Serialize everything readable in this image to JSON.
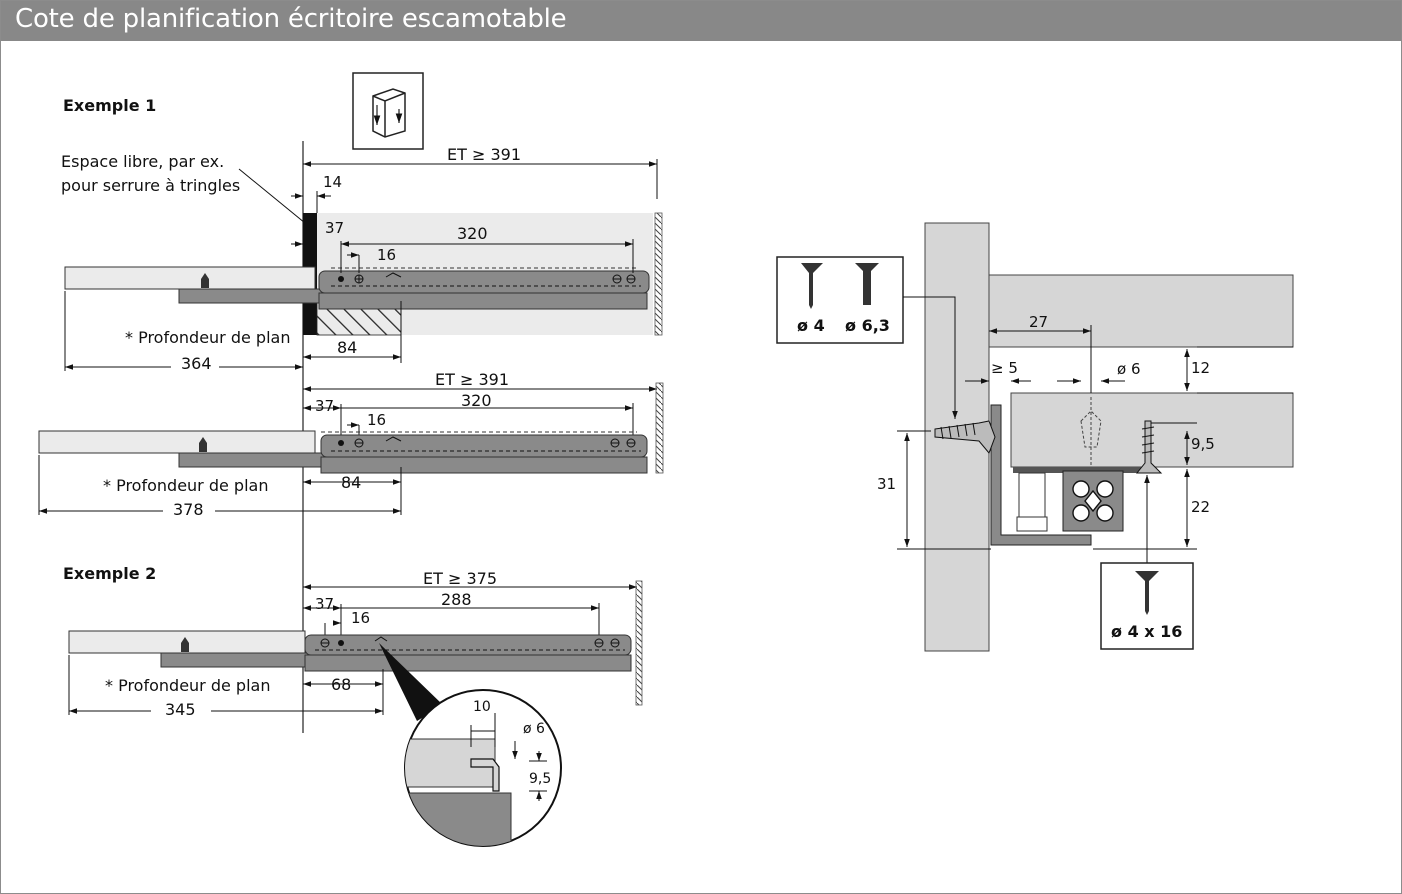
{
  "title": "Cote de planification écritoire escamotable",
  "example1": {
    "heading": "Exemple 1",
    "note_line1": "Espace libre, par ex.",
    "note_line2": "pour serrure à tringles",
    "a": {
      "et": "ET ≥ 391",
      "d14": "14",
      "d37": "37",
      "d16": "16",
      "d320": "320",
      "plan": "* Profondeur de plan",
      "d84": "84",
      "total": "364"
    },
    "b": {
      "et": "ET ≥ 391",
      "d37": "37",
      "d16": "16",
      "d320": "320",
      "plan": "* Profondeur de plan",
      "d84": "84",
      "total": "378"
    }
  },
  "example2": {
    "heading": "Exemple 2",
    "et": "ET ≥ 375",
    "d37": "37",
    "d16": "16",
    "d288": "288",
    "plan": "* Profondeur de plan",
    "d68": "68",
    "total": "345",
    "detail": {
      "d10": "10",
      "dia": "ø 6",
      "d95": "9,5"
    }
  },
  "section": {
    "screws_box": {
      "label1": "ø 4",
      "label2": "ø 6,3"
    },
    "d27": "27",
    "d5": "≥ 5",
    "dia6": "ø 6",
    "d12": "12",
    "d95": "9,5",
    "d31": "31",
    "d22": "22",
    "screw_box2": {
      "label": "ø 4 x 16"
    }
  },
  "colors": {
    "title_bg": "#888888",
    "panel": "#d6d6d6",
    "runner": "#8a8a8a",
    "light": "#ebebeb"
  }
}
